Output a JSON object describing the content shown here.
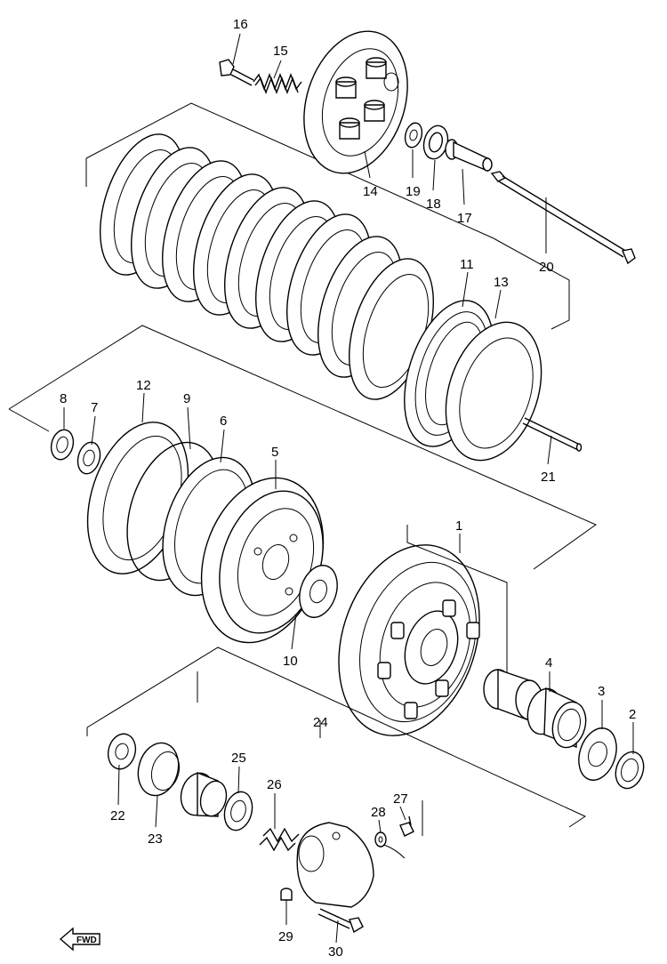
{
  "callouts": {
    "c1": "1",
    "c2": "2",
    "c3": "3",
    "c4": "4",
    "c5": "5",
    "c6": "6",
    "c7": "7",
    "c8": "8",
    "c9": "9",
    "c10": "10",
    "c11": "11",
    "c12": "12",
    "c13": "13",
    "c14": "14",
    "c15": "15",
    "c16": "16",
    "c17": "17",
    "c18": "18",
    "c19": "19",
    "c20": "20",
    "c21": "21",
    "c22": "22",
    "c23": "23",
    "c24": "24",
    "c25": "25",
    "c26": "26",
    "c27": "27",
    "c28": "28",
    "c29": "29",
    "c30": "30"
  },
  "fwd_label": "FWD"
}
